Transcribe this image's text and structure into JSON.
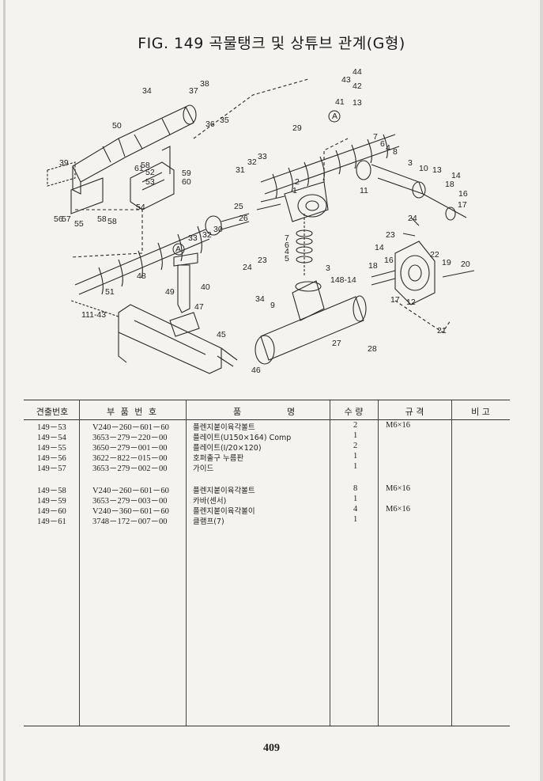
{
  "title": "FIG. 149 곡물탱크 및 상튜브 관계(G형)",
  "diagram": {
    "callouts": [
      "44",
      "43",
      "42",
      "41",
      "13",
      "A",
      "34",
      "37",
      "38",
      "36",
      "35",
      "50",
      "29",
      "7",
      "6",
      "4",
      "8",
      "3",
      "10",
      "13",
      "14",
      "18",
      "16",
      "17",
      "39",
      "61",
      "58",
      "52",
      "53",
      "59",
      "60",
      "32",
      "33",
      "31",
      "2",
      "1",
      "11",
      "58",
      "56",
      "57",
      "55",
      "58",
      "54",
      "25",
      "26",
      "24",
      "23",
      "27",
      "32",
      "30",
      "33",
      "7",
      "6",
      "4",
      "5",
      "23",
      "24",
      "A",
      "3",
      "148-14",
      "14",
      "16",
      "22",
      "19",
      "20",
      "18",
      "17",
      "12",
      "48",
      "49",
      "40",
      "51",
      "34",
      "9",
      "111-43",
      "47",
      "45",
      "46",
      "28",
      "21"
    ]
  },
  "table": {
    "headers": {
      "no": "견출번호",
      "part_no": "부 품 번 호",
      "name_a": "품",
      "name_b": "명",
      "qty": "수 량",
      "spec": "규 격",
      "remark": "비 고"
    },
    "group1": [
      {
        "no": "149－53",
        "part_no": "V240－260－601－60",
        "name": "플렌지붙이육각볼트",
        "qty": "2",
        "spec": "M6×16"
      },
      {
        "no": "149－54",
        "part_no": "3653－279－220－00",
        "name": "플레이트(U150×164) Comp",
        "qty": "1",
        "spec": ""
      },
      {
        "no": "149－55",
        "part_no": "3650－279－001－00",
        "name": "플레이트(I/20×120)",
        "qty": "2",
        "spec": ""
      },
      {
        "no": "149－56",
        "part_no": "3622－822－015－00",
        "name": "호퍼출구 누름판",
        "qty": "1",
        "spec": ""
      },
      {
        "no": "149－57",
        "part_no": "3653－279－002－00",
        "name": "가이드",
        "qty": "1",
        "spec": ""
      }
    ],
    "group2": [
      {
        "no": "149－58",
        "part_no": "V240－260－601－60",
        "name": "플렌지붙이육각볼트",
        "qty": "8",
        "spec": "M6×16"
      },
      {
        "no": "149－59",
        "part_no": "3653－279－003－00",
        "name": "카바(센서)",
        "qty": "1",
        "spec": ""
      },
      {
        "no": "149－60",
        "part_no": "V240－360－601－60",
        "name": "플렌지붙이육각볼이",
        "qty": "4",
        "spec": "M6×16"
      },
      {
        "no": "149－61",
        "part_no": "3748－172－007－00",
        "name": "클램프(7)",
        "qty": "1",
        "spec": ""
      }
    ]
  },
  "page_number": "409"
}
